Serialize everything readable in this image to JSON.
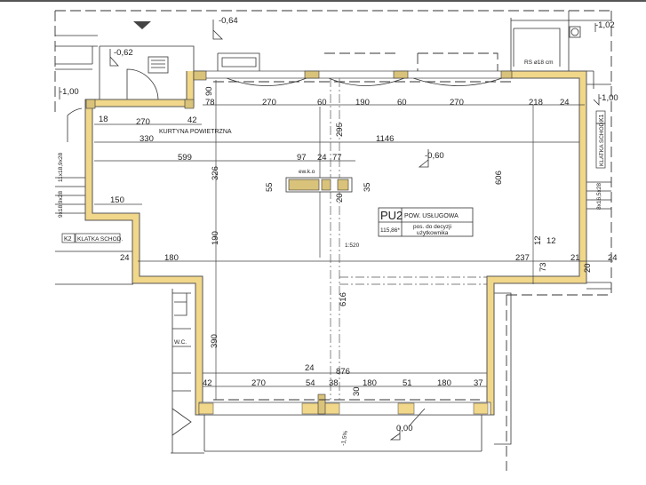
{
  "plan": {
    "room_code": "PU2",
    "room_name": "POW. USŁUGOWA",
    "room_area": "115,86*",
    "room_note_1": "pos. do decyzji",
    "room_note_2": "użytkownika",
    "air_curtain": "KURTYNA POWIETRZNA",
    "vent": "ew.k.o",
    "wc": "W.C.",
    "rs": "RS ø18 cm",
    "stair_k1_code": "K1",
    "stair_k1": "KLATKA SCHOD.",
    "stair_k2_code": "K2",
    "stair_k2": "KLATKA SCHOD.",
    "stairs_k1": "8x16,5x28",
    "stairs_k2_a": "11x18,9x28",
    "stairs_k2_b": "9x18,9x28",
    "slope": "-1,5%",
    "small_note": "1:520"
  },
  "levels": [
    "-0,64",
    "-0,62",
    "-1,00",
    "-1,02",
    "-1,00",
    "-0,60",
    "0,00"
  ],
  "dims": [
    "90",
    "78",
    "270",
    "60",
    "190",
    "60",
    "270",
    "218",
    "24",
    "18",
    "270",
    "42",
    "330",
    "1146",
    "295",
    "599",
    "97",
    "24",
    "77",
    "326",
    "606",
    "55",
    "35",
    "20",
    "150",
    "190",
    "12",
    "12",
    "24",
    "180",
    "237",
    "21",
    "24",
    "73",
    "20",
    "616",
    "390",
    "24",
    "876",
    "42",
    "270",
    "54",
    "38",
    "180",
    "51",
    "180",
    "37",
    "30"
  ],
  "colors": {
    "wall": "#f1d78a",
    "line": "#333333"
  }
}
